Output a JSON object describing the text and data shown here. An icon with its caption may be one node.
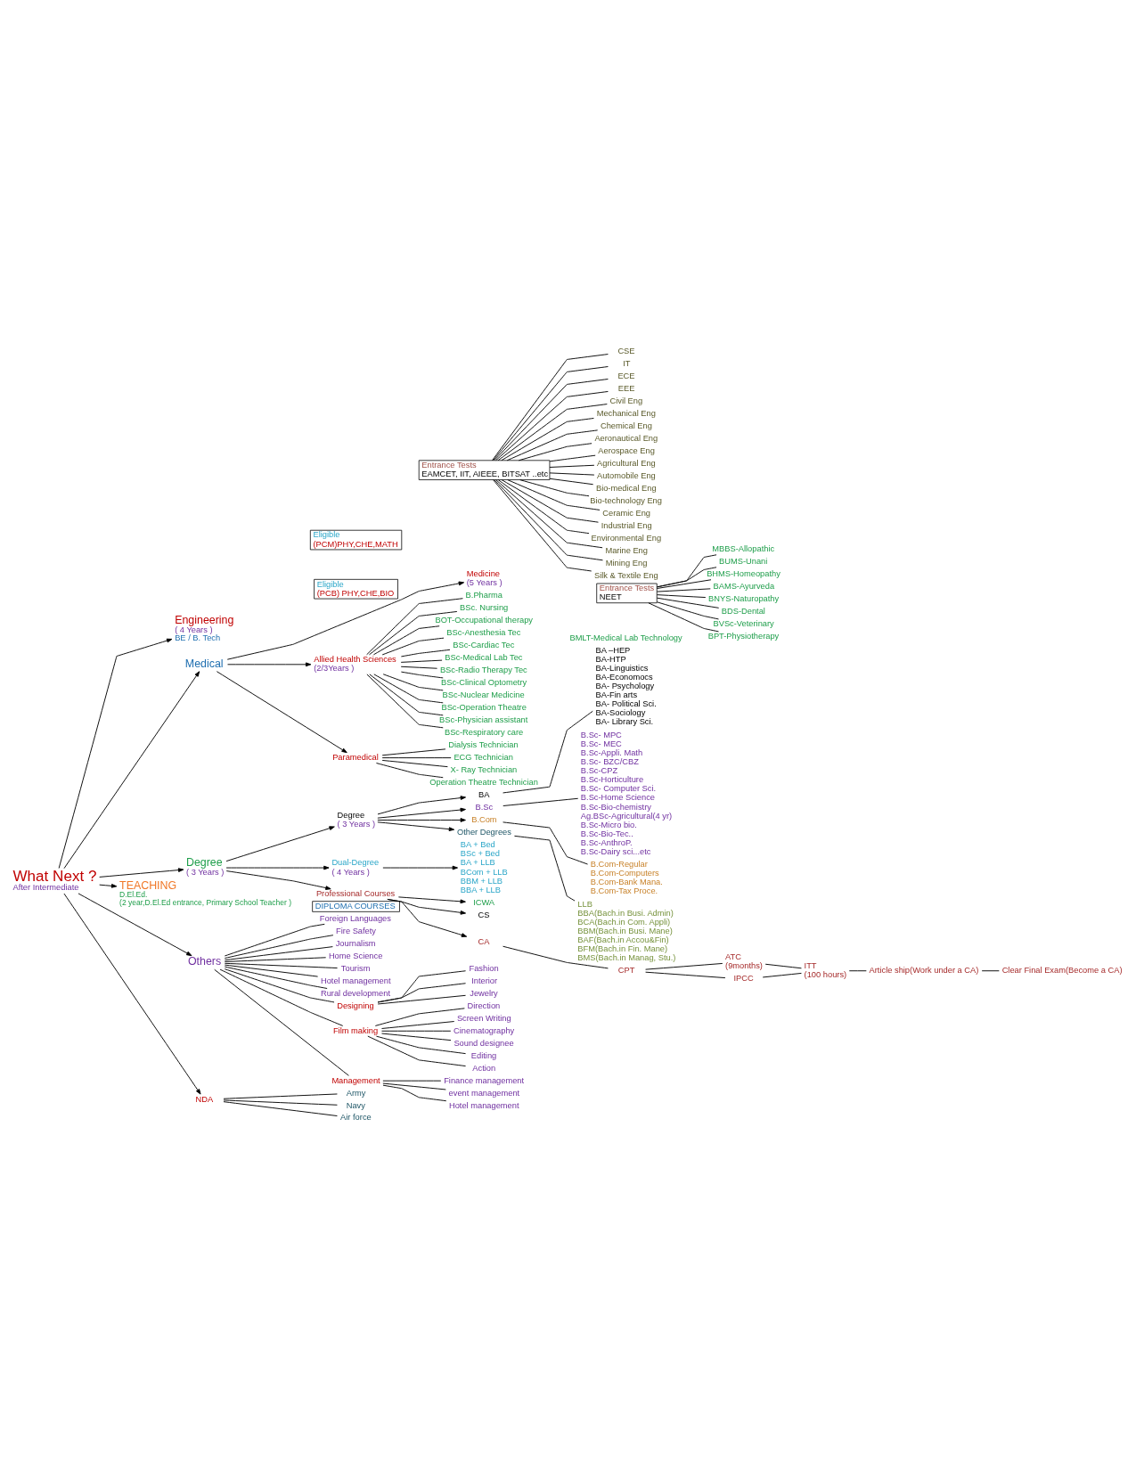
{
  "diagram": {
    "nodes": [
      {
        "text": [
          "What Next ?",
          "After Intermediate"
        ]
      },
      {
        "text": [
          "Engineering",
          "( 4 Years )",
          "BE / B. Tech"
        ]
      },
      {
        "text": [
          "Eligible",
          "(PCM)PHY,CHE,MATH"
        ]
      },
      {
        "text": [
          "Entrance Tests",
          "EAMCET, IIT, AIEEE, BITSAT ..etc"
        ]
      },
      {
        "text": [
          "CSE"
        ]
      },
      {
        "text": [
          "IT"
        ]
      },
      {
        "text": [
          "ECE"
        ]
      },
      {
        "text": [
          "EEE"
        ]
      },
      {
        "text": [
          "Civil Eng"
        ]
      },
      {
        "text": [
          "Mechanical Eng"
        ]
      },
      {
        "text": [
          "Chemical Eng"
        ]
      },
      {
        "text": [
          "Aeronautical Eng"
        ]
      },
      {
        "text": [
          "Aerospace Eng"
        ]
      },
      {
        "text": [
          "Agricultural Eng"
        ]
      },
      {
        "text": [
          "Automobile Eng"
        ]
      },
      {
        "text": [
          "Bio-medical Eng"
        ]
      },
      {
        "text": [
          "Bio-technology Eng"
        ]
      },
      {
        "text": [
          "Ceramic Eng"
        ]
      },
      {
        "text": [
          "Industrial Eng"
        ]
      },
      {
        "text": [
          "Environmental Eng"
        ]
      },
      {
        "text": [
          "Marine Eng"
        ]
      },
      {
        "text": [
          "Mining Eng"
        ]
      },
      {
        "text": [
          "Silk & Textile Eng"
        ]
      },
      {
        "text": [
          "Medical"
        ]
      },
      {
        "text": [
          "Eligible",
          "(PCB) PHY,CHE,BIO"
        ]
      },
      {
        "text": [
          "Medicine",
          "(5 Years )"
        ]
      },
      {
        "text": [
          "Entrance Tests",
          "NEET"
        ]
      },
      {
        "text": [
          "MBBS-Allopathic"
        ]
      },
      {
        "text": [
          "BUMS-Unani"
        ]
      },
      {
        "text": [
          "BHMS-Homeopathy"
        ]
      },
      {
        "text": [
          "BAMS-Ayurveda"
        ]
      },
      {
        "text": [
          "BNYS-Naturopathy"
        ]
      },
      {
        "text": [
          "BDS-Dental"
        ]
      },
      {
        "text": [
          "BVSc-Veterinary"
        ]
      },
      {
        "text": [
          "BPT-Physiotherapy"
        ]
      },
      {
        "text": [
          "Allied Health Sciences",
          "(2/3Years )"
        ]
      },
      {
        "text": [
          "B.Pharma"
        ]
      },
      {
        "text": [
          "BSc. Nursing"
        ]
      },
      {
        "text": [
          "BOT-Occupational therapy"
        ]
      },
      {
        "text": [
          "BSc-Anesthesia Tec"
        ]
      },
      {
        "text": [
          "BSc-Cardiac Tec"
        ]
      },
      {
        "text": [
          "BSc-Medical Lab Tec"
        ]
      },
      {
        "text": [
          "BSc-Radio Therapy Tec"
        ]
      },
      {
        "text": [
          "BSc-Clinical Optometry"
        ]
      },
      {
        "text": [
          "BSc-Nuclear Medicine"
        ]
      },
      {
        "text": [
          "BSc-Operation Theatre"
        ]
      },
      {
        "text": [
          "BSc-Physician assistant"
        ]
      },
      {
        "text": [
          "BSc-Respiratory care"
        ]
      },
      {
        "text": [
          "Paramedical"
        ]
      },
      {
        "text": [
          "Dialysis Technician"
        ]
      },
      {
        "text": [
          "ECG Technician"
        ]
      },
      {
        "text": [
          "X- Ray Technician"
        ]
      },
      {
        "text": [
          "Operation Theatre Technician"
        ]
      },
      {
        "text": [
          "Degree",
          "( 3 Years )"
        ]
      },
      {
        "text": [
          "TEACHING"
        ],
        "beside": [
          "D.El.Ed.",
          "(2 year,D.El.Ed entrance, Primary School Teacher )"
        ]
      },
      {
        "text": [
          "Others"
        ]
      },
      {
        "text": [
          "DIPLOMA COURSES"
        ]
      },
      {
        "text": [
          "NDA"
        ]
      },
      {
        "text": [
          "Army"
        ]
      },
      {
        "text": [
          "Navy"
        ]
      },
      {
        "text": [
          "Air force"
        ]
      },
      {
        "text": [
          "Foreign Languages"
        ]
      },
      {
        "text": [
          "Fire Safety"
        ]
      },
      {
        "text": [
          "Journalism"
        ]
      },
      {
        "text": [
          "Home Science"
        ]
      },
      {
        "text": [
          "Tourism"
        ]
      },
      {
        "text": [
          "Hotel management"
        ]
      },
      {
        "text": [
          "Rural development"
        ]
      },
      {
        "text": [
          "Designing"
        ]
      },
      {
        "text": [
          "Film making"
        ]
      },
      {
        "text": [
          "Management"
        ]
      },
      {
        "text": [
          "Fashion"
        ]
      },
      {
        "text": [
          "Interior"
        ]
      },
      {
        "text": [
          "Jewelry"
        ]
      },
      {
        "text": [
          "Direction"
        ]
      },
      {
        "text": [
          "Screen Writing"
        ]
      },
      {
        "text": [
          "Cinematography"
        ]
      },
      {
        "text": [
          "Sound designee"
        ]
      },
      {
        "text": [
          "Editing"
        ]
      },
      {
        "text": [
          "Action"
        ]
      },
      {
        "text": [
          "Finance management"
        ]
      },
      {
        "text": [
          "event management"
        ]
      },
      {
        "text": [
          "Hotel management"
        ]
      },
      {
        "text": [
          "Degree",
          "( 3 Years )"
        ]
      },
      {
        "text": [
          "Dual-Degree",
          "( 4 Years )"
        ]
      },
      {
        "text": [
          "Professional Courses"
        ]
      },
      {
        "text": [
          "BA"
        ]
      },
      {
        "text": [
          "B.Sc"
        ]
      },
      {
        "text": [
          "B.Com"
        ]
      },
      {
        "text": [
          "Other Degrees"
        ]
      },
      {
        "text": [
          "BA –HEP",
          "BA-HTP",
          "BA-Linguistics",
          "BA-Economocs",
          "BA- Psychology",
          "BA-Fin arts",
          "BA- Political Sci.",
          "BA-Sociology",
          "BA- Library Sci."
        ]
      },
      {
        "text": [
          "B.Sc- MPC",
          "B.Sc- MEC",
          "B.Sc-Appli. Math",
          "B.Sc- BZC/CBZ",
          "B.Sc-CPZ",
          "B.Sc-Horticulture",
          "B.Sc- Computer Sci.",
          "B.Sc-Home Science",
          "B.Sc-Bio-chemistry",
          "Ag.BSc-Agricultural(4 yr)",
          "B.Sc-Micro bio.",
          "B.Sc-Bio-Tec..",
          "B.Sc-AnthroP.",
          "B.Sc-Dairy sci...etc"
        ]
      },
      {
        "text": [
          "B.Com-Regular",
          "B.Com-Computers",
          "B.Com-Bank Mana.",
          "B.Com-Tax Proce."
        ]
      },
      {
        "text": [
          "LLB",
          "BBA(Bach.in Busi. Admin)",
          "BCA(Bach.in Com. Appli)",
          "BBM(Bach.in Busi. Mane)",
          "BAF(Bach.in Accou&Fin)",
          "BFM(Bach.in Fin. Mane)",
          "BMS(Bach.in Manag, Stu.)"
        ]
      },
      {
        "text": [
          "BA + Bed",
          "BSc + Bed",
          "BA + LLB",
          "BCom + LLB",
          "BBM + LLB",
          "BBA + LLB"
        ]
      },
      {
        "text": [
          "ICWA"
        ]
      },
      {
        "text": [
          "CS"
        ]
      },
      {
        "text": [
          "CA"
        ]
      },
      {
        "text": [
          "CPT"
        ]
      },
      {
        "text": [
          "ATC",
          "(9months)"
        ]
      },
      {
        "text": [
          "IPCC"
        ]
      },
      {
        "text": [
          "ITT",
          "(100 hours)"
        ]
      },
      {
        "text": [
          "Article ship(Work under a CA)"
        ]
      },
      {
        "text": [
          "Clear Final Exam(Become a CA)"
        ]
      }
    ],
    "edges": [
      {
        "from": 0,
        "to": 1,
        "arrow": "to"
      },
      {
        "from": 0,
        "to": 23,
        "arrow": "to"
      },
      {
        "from": 0,
        "to": 53,
        "arrow": "to"
      },
      {
        "from": 0,
        "to": 54,
        "arrow": "to"
      },
      {
        "from": 0,
        "to": 55,
        "arrow": "to"
      },
      {
        "from": 0,
        "to": 57,
        "arrow": "to"
      },
      {
        "from": 3,
        "to": 4,
        "arrow": "none"
      },
      {
        "from": 3,
        "to": 5,
        "arrow": "none"
      },
      {
        "from": 3,
        "to": 6,
        "arrow": "none"
      },
      {
        "from": 3,
        "to": 7,
        "arrow": "none"
      },
      {
        "from": 3,
        "to": 8,
        "arrow": "none"
      },
      {
        "from": 3,
        "to": 9,
        "arrow": "none"
      },
      {
        "from": 3,
        "to": 10,
        "arrow": "none"
      },
      {
        "from": 3,
        "to": 11,
        "arrow": "none"
      },
      {
        "from": 3,
        "to": 12,
        "arrow": "none"
      },
      {
        "from": 3,
        "to": 13,
        "arrow": "none"
      },
      {
        "from": 3,
        "to": 14,
        "arrow": "none"
      },
      {
        "from": 3,
        "to": 15,
        "arrow": "none"
      },
      {
        "from": 3,
        "to": 16,
        "arrow": "none"
      },
      {
        "from": 3,
        "to": 17,
        "arrow": "none"
      },
      {
        "from": 3,
        "to": 18,
        "arrow": "none"
      },
      {
        "from": 3,
        "to": 19,
        "arrow": "none"
      },
      {
        "from": 3,
        "to": 20,
        "arrow": "none"
      },
      {
        "from": 3,
        "to": 21,
        "arrow": "none"
      },
      {
        "from": 3,
        "to": 22,
        "arrow": "none"
      },
      {
        "from": 23,
        "to": 25,
        "arrow": "to"
      },
      {
        "from": 23,
        "to": 35,
        "arrow": "to"
      },
      {
        "from": 23,
        "to": 48,
        "arrow": "to"
      },
      {
        "from": 26,
        "to": 27,
        "arrow": "none"
      },
      {
        "from": 26,
        "to": 28,
        "arrow": "none"
      },
      {
        "from": 26,
        "to": 29,
        "arrow": "none"
      },
      {
        "from": 26,
        "to": 30,
        "arrow": "none"
      },
      {
        "from": 26,
        "to": 31,
        "arrow": "none"
      },
      {
        "from": 26,
        "to": 32,
        "arrow": "none"
      },
      {
        "from": 26,
        "to": 33,
        "arrow": "none"
      },
      {
        "from": 26,
        "to": 34,
        "arrow": "none"
      },
      {
        "from": 35,
        "to": 36,
        "arrow": "none"
      },
      {
        "from": 35,
        "to": 37,
        "arrow": "none"
      },
      {
        "from": 35,
        "to": 38,
        "arrow": "none"
      },
      {
        "from": 35,
        "to": 39,
        "arrow": "none"
      },
      {
        "from": 35,
        "to": 40,
        "arrow": "none"
      },
      {
        "from": 35,
        "to": 41,
        "arrow": "none"
      },
      {
        "from": 35,
        "to": 42,
        "arrow": "none"
      },
      {
        "from": 35,
        "to": 43,
        "arrow": "none"
      },
      {
        "from": 35,
        "to": 44,
        "arrow": "none"
      },
      {
        "from": 35,
        "to": 45,
        "arrow": "none"
      },
      {
        "from": 35,
        "to": 46,
        "arrow": "none"
      },
      {
        "from": 35,
        "to": 47,
        "arrow": "none"
      },
      {
        "from": 48,
        "to": 49,
        "arrow": "none"
      },
      {
        "from": 48,
        "to": 50,
        "arrow": "none"
      },
      {
        "from": 48,
        "to": 51,
        "arrow": "none"
      },
      {
        "from": 48,
        "to": 52,
        "arrow": "none"
      },
      {
        "from": 57,
        "to": 58,
        "arrow": "none"
      },
      {
        "from": 57,
        "to": 59,
        "arrow": "none"
      },
      {
        "from": 57,
        "to": 60,
        "arrow": "none"
      },
      {
        "from": 55,
        "to": 61,
        "arrow": "none"
      },
      {
        "from": 55,
        "to": 62,
        "arrow": "none"
      },
      {
        "from": 55,
        "to": 63,
        "arrow": "none"
      },
      {
        "from": 55,
        "to": 64,
        "arrow": "none"
      },
      {
        "from": 55,
        "to": 65,
        "arrow": "none"
      },
      {
        "from": 55,
        "to": 66,
        "arrow": "none"
      },
      {
        "from": 55,
        "to": 67,
        "arrow": "none"
      },
      {
        "from": 55,
        "to": 68,
        "arrow": "none"
      },
      {
        "from": 55,
        "to": 69,
        "arrow": "none"
      },
      {
        "from": 55,
        "to": 70,
        "arrow": "none"
      },
      {
        "from": 68,
        "to": 71,
        "arrow": "none"
      },
      {
        "from": 68,
        "to": 72,
        "arrow": "none"
      },
      {
        "from": 68,
        "to": 73,
        "arrow": "none"
      },
      {
        "from": 69,
        "to": 74,
        "arrow": "none"
      },
      {
        "from": 69,
        "to": 75,
        "arrow": "none"
      },
      {
        "from": 69,
        "to": 76,
        "arrow": "none"
      },
      {
        "from": 69,
        "to": 77,
        "arrow": "none"
      },
      {
        "from": 69,
        "to": 78,
        "arrow": "none"
      },
      {
        "from": 69,
        "to": 79,
        "arrow": "none"
      },
      {
        "from": 70,
        "to": 80,
        "arrow": "none"
      },
      {
        "from": 70,
        "to": 81,
        "arrow": "none"
      },
      {
        "from": 70,
        "to": 82,
        "arrow": "none"
      },
      {
        "from": 53,
        "to": 83,
        "arrow": "to"
      },
      {
        "from": 53,
        "to": 84,
        "arrow": "to"
      },
      {
        "from": 53,
        "to": 85,
        "arrow": "to"
      },
      {
        "from": 83,
        "to": 86,
        "arrow": "to"
      },
      {
        "from": 83,
        "to": 87,
        "arrow": "to"
      },
      {
        "from": 83,
        "to": 88,
        "arrow": "to"
      },
      {
        "from": 83,
        "to": 89,
        "arrow": "to"
      },
      {
        "from": 86,
        "to": 90,
        "arrow": "none"
      },
      {
        "from": 87,
        "to": 91,
        "arrow": "none"
      },
      {
        "from": 88,
        "to": 92,
        "arrow": "none"
      },
      {
        "from": 89,
        "to": 93,
        "arrow": "none"
      },
      {
        "from": 84,
        "to": 94,
        "arrow": "to"
      },
      {
        "from": 85,
        "to": 95,
        "arrow": "to"
      },
      {
        "from": 85,
        "to": 96,
        "arrow": "to"
      },
      {
        "from": 85,
        "to": 97,
        "arrow": "to"
      },
      {
        "from": 97,
        "to": 98,
        "arrow": "none"
      },
      {
        "from": 98,
        "to": 99,
        "arrow": "none"
      },
      {
        "from": 98,
        "to": 100,
        "arrow": "none"
      },
      {
        "from": 100,
        "to": 101,
        "arrow": "none"
      },
      {
        "from": 99,
        "to": 101,
        "arrow": "none"
      },
      {
        "from": 101,
        "to": 102,
        "arrow": "none"
      },
      {
        "from": 102,
        "to": 103,
        "arrow": "none"
      }
    ],
    "labels": [
      "BMLT-Medical Lab Technology"
    ]
  }
}
